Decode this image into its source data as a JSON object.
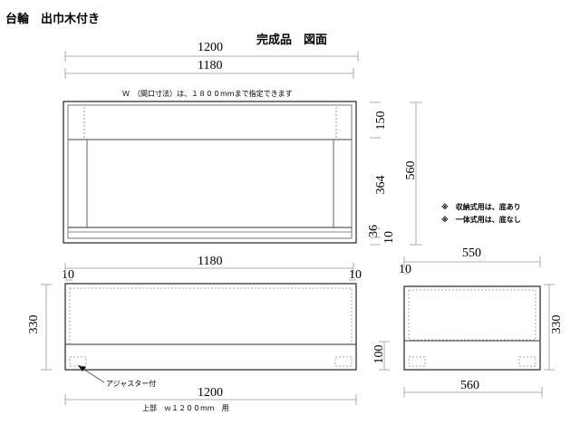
{
  "header": {
    "title": "台輪　出巾木付き",
    "subtitle": "完成品　図面"
  },
  "front_view": {
    "dim_overall": "1200",
    "dim_inner": "1180",
    "opening_note": "Ｗ　（間口寸法）は、１８００mmまで指定できます",
    "dim_top": "150",
    "dim_middle": "364",
    "dim_bottom": "36",
    "dim_base": "10",
    "dim_height": "560"
  },
  "notes": [
    "※　収納式用は、底あり",
    "※　一体式用は、底なし"
  ],
  "plan_view": {
    "dim_inner": "1180",
    "dim_left": "10",
    "dim_right": "10",
    "dim_height": "330",
    "adjuster_label": "アジャスター付",
    "dim_overall": "1200",
    "caption": "上部　ｗ１２００mm　用"
  },
  "side_view": {
    "dim_top": "550",
    "dim_left": "10",
    "dim_height": "330",
    "dim_base": "100",
    "dim_bottom": "560"
  }
}
